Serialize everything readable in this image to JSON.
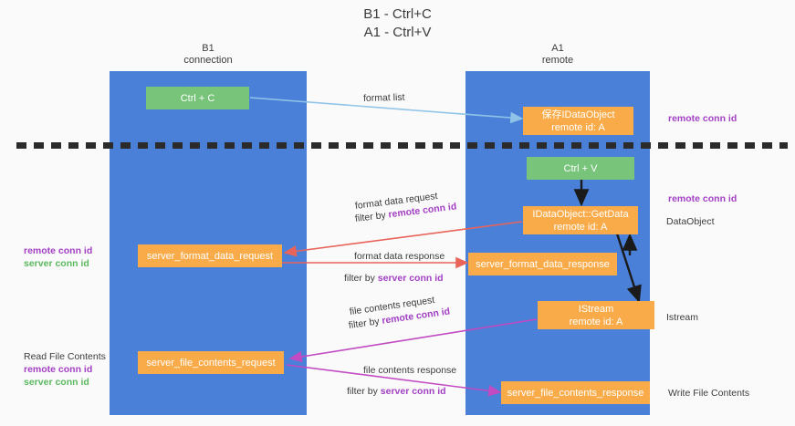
{
  "diagram": {
    "title": "B1 - Ctrl+C\nA1 - Ctrl+V",
    "colors": {
      "lane": "#4a80d8",
      "green_node": "#77c47a",
      "orange_node": "#f9ab49",
      "arrow_light_blue": "#8fc4e8",
      "arrow_red": "#e8645a",
      "arrow_magenta": "#c24ac2",
      "arrow_black": "#1a1a1a",
      "highlight_purple": "#a340c4",
      "highlight_green": "#5ab85f",
      "background": "#fafafa",
      "separator": "#2b2b2b"
    },
    "lanes": [
      {
        "id": "b1",
        "header": "B1\nconnection"
      },
      {
        "id": "a1",
        "header": "A1\nremote"
      }
    ],
    "nodes": [
      {
        "id": "ctrl-c",
        "lane": "b1",
        "style": "green",
        "line1": "Ctrl + C",
        "line2": ""
      },
      {
        "id": "save-idataobject",
        "lane": "a1",
        "style": "orange",
        "line1": "保存IDataObject",
        "line2": "remote id: A"
      },
      {
        "id": "ctrl-v",
        "lane": "a1",
        "style": "green",
        "line1": "Ctrl + V",
        "line2": ""
      },
      {
        "id": "idataobject-getdata",
        "lane": "a1",
        "style": "orange",
        "line1": "IDataObject::GetData",
        "line2": "remote id: A"
      },
      {
        "id": "server-format-data-request",
        "lane": "b1",
        "style": "orange",
        "line1": "server_format_data_request",
        "line2": ""
      },
      {
        "id": "server-format-data-response",
        "lane": "a1",
        "style": "orange",
        "line1": "server_format_data_response",
        "line2": ""
      },
      {
        "id": "istream",
        "lane": "a1",
        "style": "orange",
        "line1": "IStream",
        "line2": "remote id: A"
      },
      {
        "id": "server-file-contents-request",
        "lane": "b1",
        "style": "orange",
        "line1": "server_file_contents_request",
        "line2": ""
      },
      {
        "id": "server-file-contents-response",
        "lane": "a1",
        "style": "orange",
        "line1": "server_file_contents_response",
        "line2": ""
      }
    ],
    "edge_labels": [
      {
        "id": "format-list",
        "text": "format list",
        "emphasis": "",
        "emphasis_color": ""
      },
      {
        "id": "format-data-request",
        "text": "format data request",
        "emphasis": "",
        "emphasis_color": ""
      },
      {
        "id": "format-data-request-filter",
        "text": "filter by ",
        "emphasis": "remote conn id",
        "emphasis_color": "purple"
      },
      {
        "id": "format-data-response",
        "text": "format data response",
        "emphasis": "",
        "emphasis_color": ""
      },
      {
        "id": "format-data-response-filter",
        "text": "filter by ",
        "emphasis": "server conn id",
        "emphasis_color": "purple"
      },
      {
        "id": "file-contents-request",
        "text": "file contents request",
        "emphasis": "",
        "emphasis_color": ""
      },
      {
        "id": "file-contents-request-filter",
        "text": "filter by ",
        "emphasis": "remote conn id",
        "emphasis_color": "purple"
      },
      {
        "id": "file-contents-response",
        "text": "file contents response",
        "emphasis": "",
        "emphasis_color": ""
      },
      {
        "id": "file-contents-response-filter",
        "text": "filter by ",
        "emphasis": "server conn id",
        "emphasis_color": "purple"
      }
    ],
    "right_annotations": [
      {
        "id": "remote-conn-id-top",
        "text": "remote conn id",
        "style": "purple"
      },
      {
        "id": "remote-conn-id-middle",
        "text": "remote conn id",
        "style": "purple"
      },
      {
        "id": "dataobject",
        "text": "DataObject",
        "style": "plain"
      },
      {
        "id": "istream-label",
        "text": "Istream",
        "style": "plain"
      },
      {
        "id": "write-file-contents",
        "text": "Write File Contents",
        "style": "plain"
      }
    ],
    "left_annotations": [
      {
        "id": "format-ids",
        "purple": "remote conn id",
        "green": "server conn id",
        "plain": ""
      },
      {
        "id": "read-file",
        "purple": "remote conn id",
        "green": "server conn id",
        "plain": "Read File Contents"
      }
    ]
  }
}
